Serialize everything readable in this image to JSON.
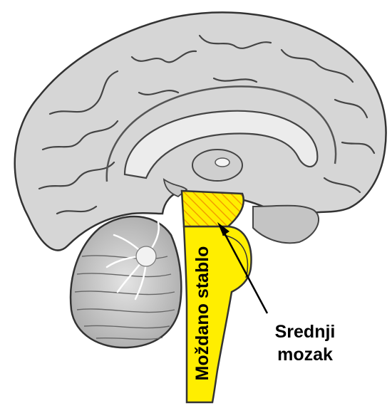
{
  "labels": {
    "brainstem": "Moždano stablo",
    "midbrain_line1": "Srednji",
    "midbrain_line2": "mozak"
  },
  "colors": {
    "background": "#ffffff",
    "cortex": "#d6d6d6",
    "cortex_outline": "#333333",
    "cerebellum": "#bdbdbd",
    "brainstem_highlight": "#ffee00",
    "midbrain_hatch": "#f2a000",
    "arrow": "#000000"
  },
  "icons": {
    "brain": "sagittal-brain-section",
    "pointer": "arrow-pointer"
  }
}
